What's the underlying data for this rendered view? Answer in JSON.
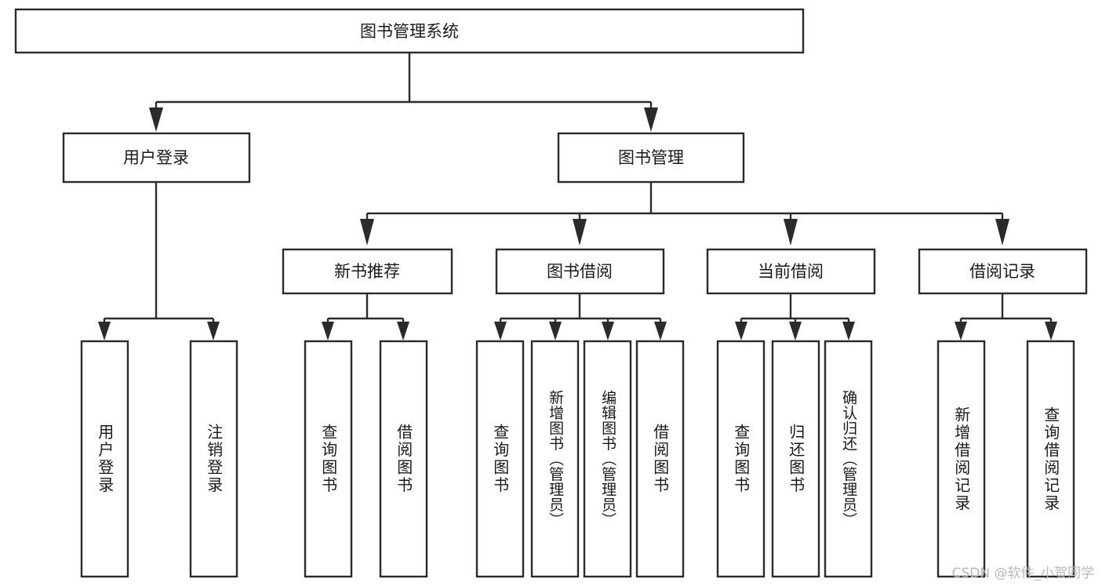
{
  "diagram": {
    "type": "tree-hierarchy",
    "title": "图书管理系统",
    "watermark": "CSDN @软件_小贺同学",
    "colors": {
      "box_stroke": "#2b2b2b",
      "box_fill": "#ffffff",
      "text": "#1a1a1a",
      "background": "#ffffff",
      "watermark_text": "#b9b9b9"
    },
    "root": {
      "label": "图书管理系统"
    },
    "level2": [
      {
        "label": "用户登录"
      },
      {
        "label": "图书管理"
      }
    ],
    "level3": [
      {
        "label": "新书推荐"
      },
      {
        "label": "图书借阅"
      },
      {
        "label": "当前借阅"
      },
      {
        "label": "借阅记录"
      }
    ],
    "leaves": {
      "user_login": [
        {
          "label": "用户登录"
        },
        {
          "label": "注销登录"
        }
      ],
      "new_book_recommend": [
        {
          "label": "查询图书"
        },
        {
          "label": "借阅图书"
        }
      ],
      "book_borrow": [
        {
          "label": "查询图书"
        },
        {
          "label": "新增图书（管理员）"
        },
        {
          "label": "编辑图书（管理员）"
        },
        {
          "label": "借阅图书"
        }
      ],
      "current_borrow": [
        {
          "label": "查询图书"
        },
        {
          "label": "归还图书"
        },
        {
          "label": "确认归还（管理员）"
        }
      ],
      "borrow_record": [
        {
          "label": "新增借阅记录"
        },
        {
          "label": "查询借阅记录"
        }
      ]
    }
  }
}
